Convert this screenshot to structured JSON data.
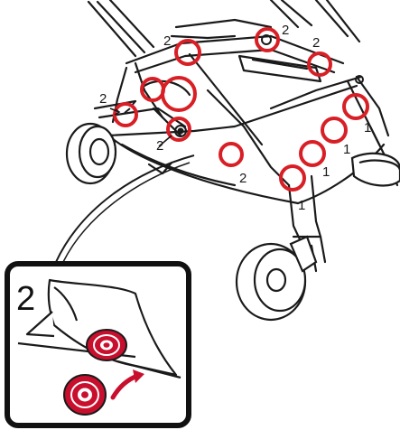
{
  "diagram": {
    "colors": {
      "line": "#1a1a1a",
      "marker": "#d81f26",
      "button_red": "#c8102e",
      "background": "#ffffff"
    },
    "labels": {
      "type_1": "1",
      "type_2": "2"
    },
    "inset": {
      "label": "2"
    }
  }
}
